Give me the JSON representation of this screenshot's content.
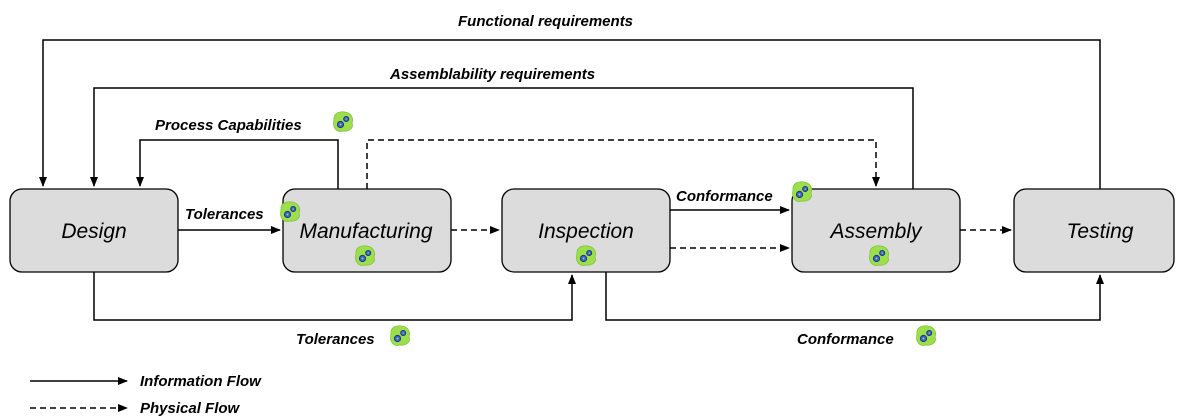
{
  "nodes": {
    "design": "Design",
    "manufacturing": "Manufacturing",
    "inspection": "Inspection",
    "assembly": "Assembly",
    "testing": "Testing"
  },
  "flows": {
    "functional_requirements": "Functional requirements",
    "assemblability_requirements": "Assemblability requirements",
    "process_capabilities": "Process Capabilities",
    "tolerances_design_to_manufacturing": "Tolerances",
    "conformance_inspection_to_assembly": "Conformance",
    "tolerances_design_to_inspection": "Tolerances",
    "conformance_inspection_to_testing": "Conformance"
  },
  "legend": {
    "information_flow": "Information Flow",
    "physical_flow": "Physical Flow"
  },
  "icons": {
    "gear_icon_color": "#9be04a"
  }
}
